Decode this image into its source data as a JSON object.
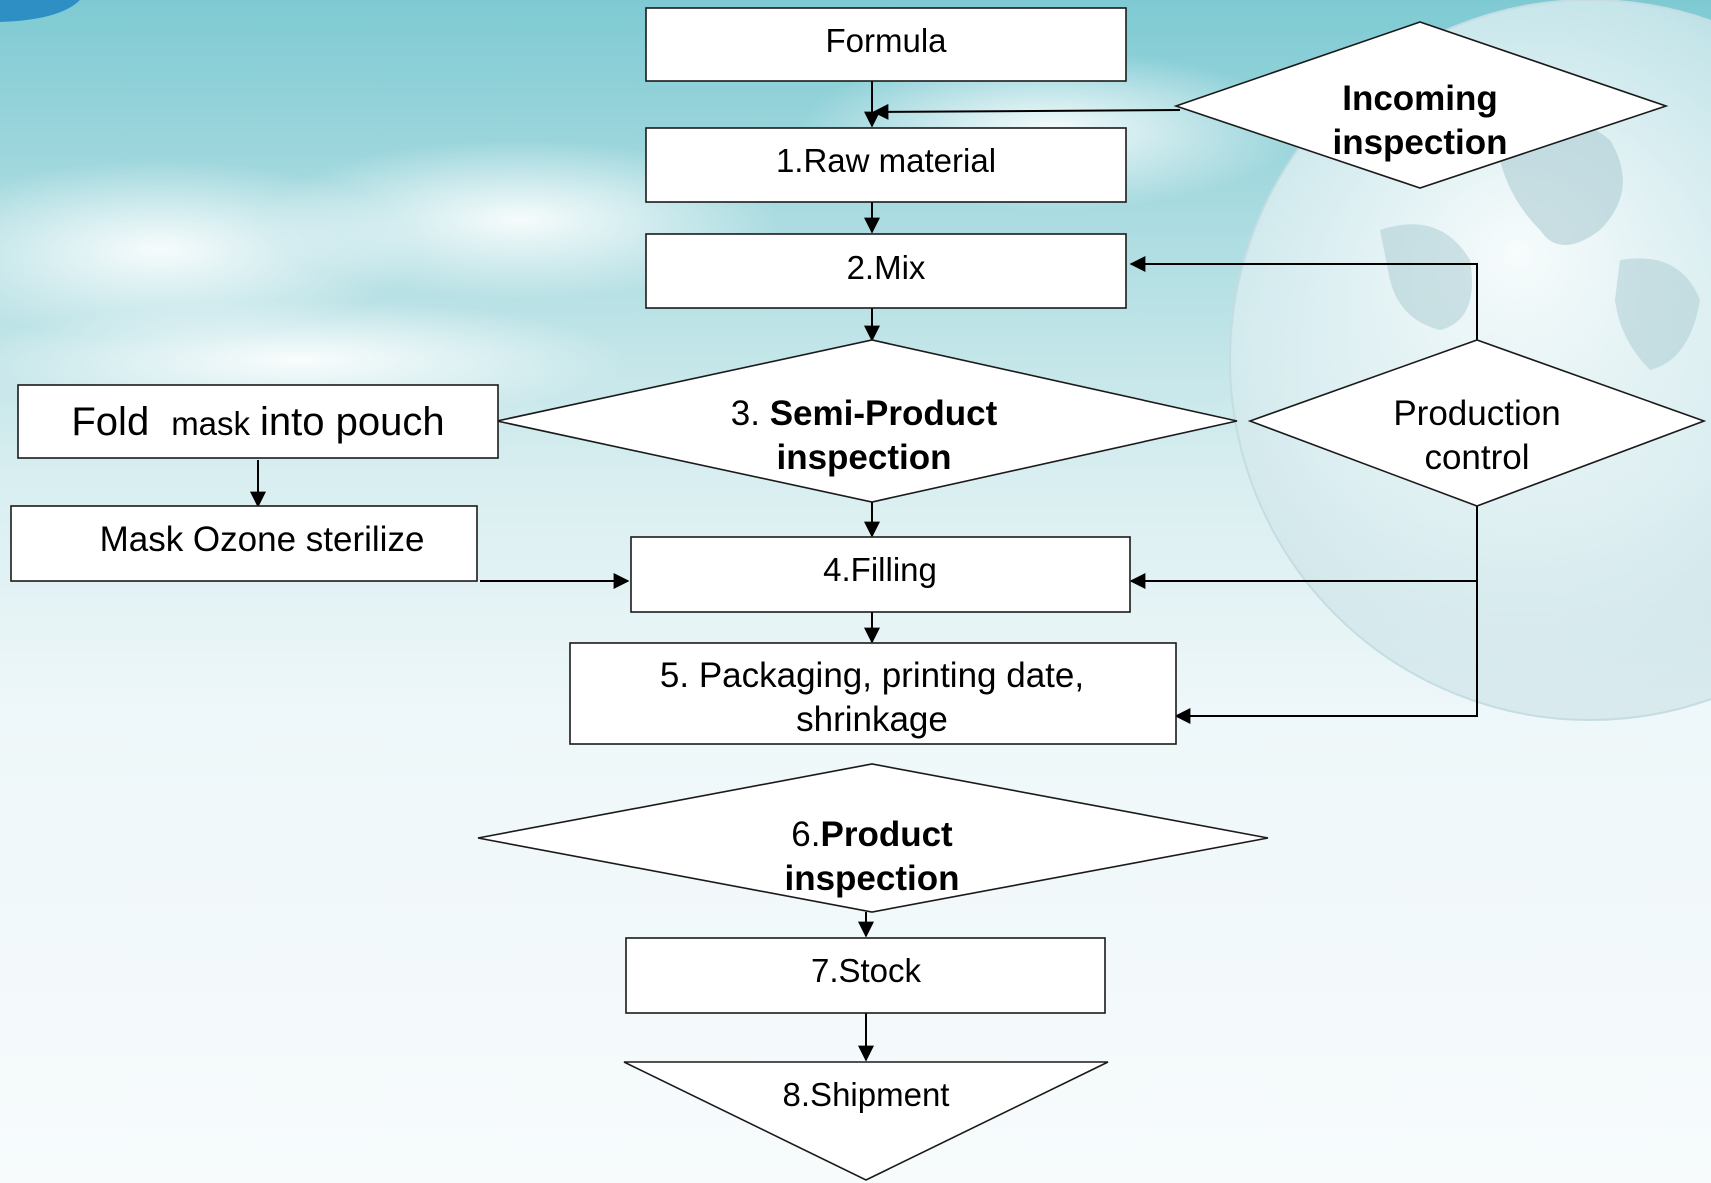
{
  "nodes": {
    "formula": "Formula",
    "incoming_inspection": [
      "Incoming",
      "inspection"
    ],
    "raw_material": "1.Raw material",
    "mix": "2.Mix",
    "semi_product_inspection": {
      "prefix": "3. ",
      "bold_line1": "Semi-Product",
      "line2": "inspection"
    },
    "production_control": [
      "Production",
      "control"
    ],
    "fold_mask": {
      "part1": "Fold",
      "part2": "mask",
      "part3": "into pouch"
    },
    "mask_ozone": "Mask Ozone sterilize",
    "filling": "4.Filling",
    "packaging": [
      "5. Packaging, printing date,",
      "shrinkage"
    ],
    "product_inspection": {
      "prefix": "6.",
      "bold_line1": "Product",
      "line2": "inspection"
    },
    "stock": "7.Stock",
    "shipment": "8.Shipment"
  },
  "colors": {
    "sky_top": "#7ecad3",
    "background_bottom": "#f7fbfc",
    "shape_fill": "#ffffff",
    "stroke": "#1a1a1a"
  }
}
